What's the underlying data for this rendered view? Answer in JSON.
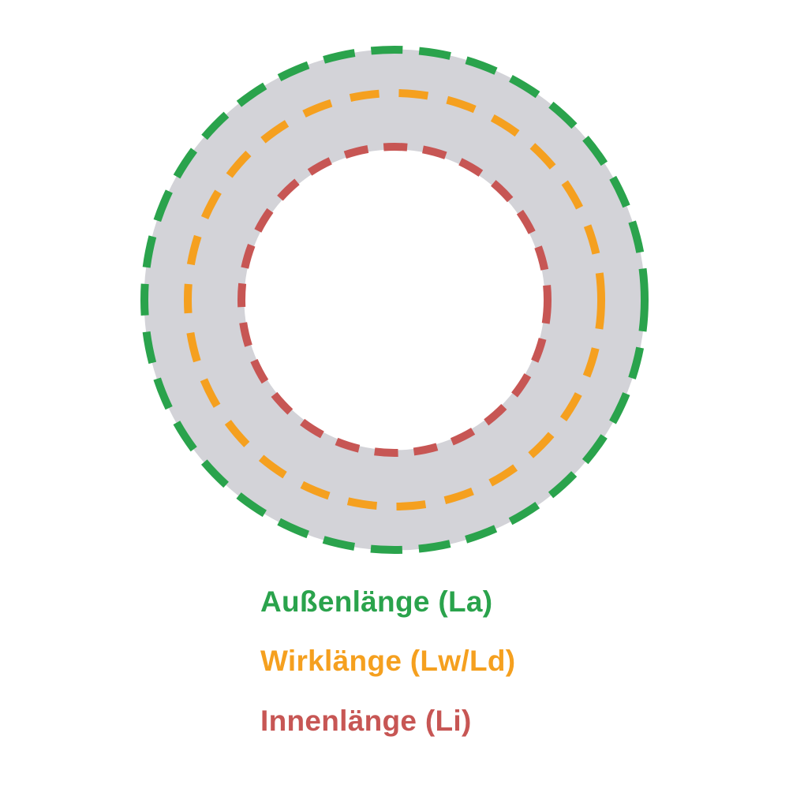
{
  "diagram": {
    "description": "V-belt length diagram with three dashed measurement circles on a gray belt ring",
    "colors": {
      "outer_green": "#2aa34c",
      "effective_orange": "#f5a01f",
      "inner_red": "#c75654",
      "belt_gray": "#d3d3d8",
      "background": "#ffffff"
    },
    "labels": [
      {
        "text": "Außenlänge (La)"
      },
      {
        "text": "Wirklänge (Lw/Ld)"
      },
      {
        "text": "Innenlänge (Li)"
      }
    ]
  }
}
